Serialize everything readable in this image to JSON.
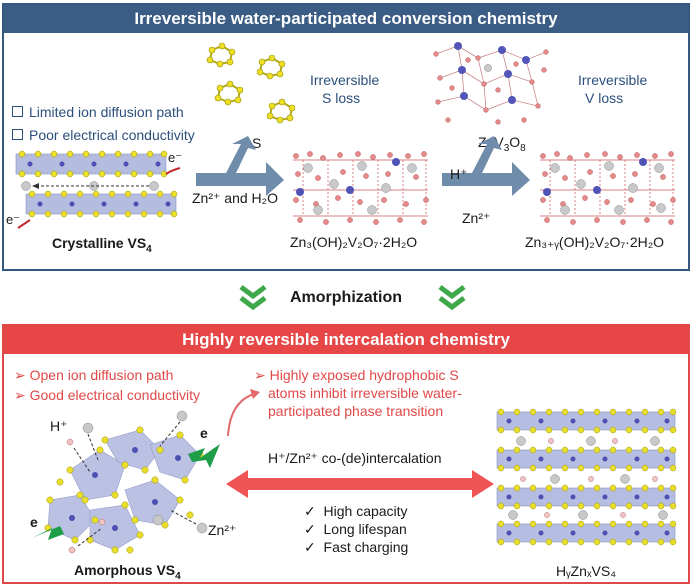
{
  "top_panel": {
    "title": "Irreversible water-participated conversion chemistry",
    "bullets": [
      "Limited ion diffusion path",
      "Poor electrical conductivity"
    ],
    "electron_label": "e⁻",
    "crystalline_label": "Crystalline VS",
    "crystalline_sub": "4",
    "s_label": "S",
    "s_loss_line1": "Irreversible",
    "s_loss_line2": "S loss",
    "reagent1": "Zn²⁺ and H₂O",
    "product1": "Zn₃(OH)₂V₂O₇·2H₂O",
    "h_plus": "H⁺",
    "zn_label": "Zn²⁺",
    "znv3o8": "ZnV₃O₈",
    "v_loss_line1": "Irreversible",
    "v_loss_line2": "V loss",
    "product2": "Zn₃₊ᵧ(OH)₂V₂O₇·2H₂O"
  },
  "middle": {
    "label": "Amorphization"
  },
  "bottom_panel": {
    "title": "Highly reversible intercalation chemistry",
    "bullets_left": [
      "Open ion diffusion path",
      "Good electrical conductivity"
    ],
    "hydrophobic_lines": [
      "Highly exposed hydrophobic S",
      "atoms inhibit irreversible water-",
      "participated phase transition"
    ],
    "h_plus": "H⁺",
    "e_label": "e",
    "zn_label": "Zn²⁺",
    "amorphous_label": "Amorphous VS",
    "amorphous_sub": "4",
    "intercalation": "H⁺/Zn²⁺ co-(de)intercalation",
    "benefits": [
      "High capacity",
      "Long lifespan",
      "Fast charging"
    ],
    "product_label": "HᵧZnₓVS₄"
  },
  "colors": {
    "top_accent": "#3b5c84",
    "bottom_accent": "#e64646",
    "green_chevron": "#3ea84a",
    "arrow_gray_blue": "#6f8caa"
  }
}
